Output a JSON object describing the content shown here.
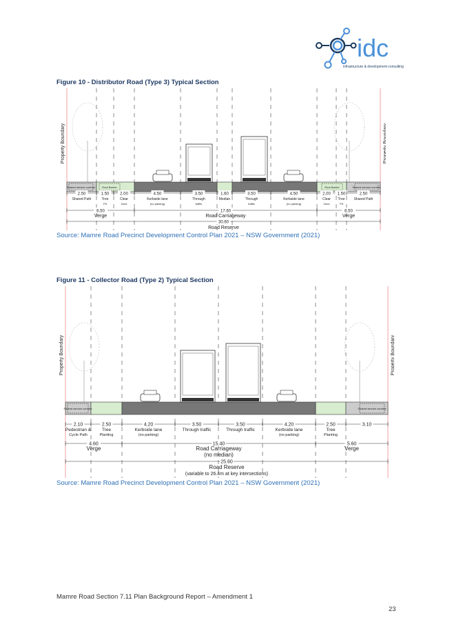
{
  "logo": {
    "name": "idc",
    "tagline": "infrastructure & development consulting",
    "colors": {
      "dark": "#1c3a5e",
      "light": "#4a90d9"
    }
  },
  "figure10": {
    "title": "Figure 10 - Distributor Road (Type 3) Typical Section",
    "property_boundary": "Property Boundary",
    "tags": {
      "shared_service": "Shared service corridor",
      "root_barrier": "Root Barrier"
    },
    "segments": [
      {
        "width": "2.50",
        "label": "Shared Path",
        "sub": ""
      },
      {
        "width": "1.50",
        "label": "Tree",
        "sub": "Pit"
      },
      {
        "width": "2.00",
        "label": "Clear",
        "sub": "Zone"
      },
      {
        "width": "4.50",
        "label": "Kerbside lane",
        "sub": "(no parking)"
      },
      {
        "width": "3.50",
        "label": "Through",
        "sub": "traffic"
      },
      {
        "width": "1.60",
        "label": "Median",
        "sub": ""
      },
      {
        "width": "3.50",
        "label": "Through",
        "sub": "traffic"
      },
      {
        "width": "4.50",
        "label": "Kerbside lane",
        "sub": "(no parking)"
      },
      {
        "width": "2.00",
        "label": "Clear",
        "sub": "Zone"
      },
      {
        "width": "1.50",
        "label": "Tree",
        "sub": "Pit"
      },
      {
        "width": "2.50",
        "label": "Shared Path",
        "sub": ""
      }
    ],
    "verge_left": {
      "width": "6.50",
      "label": "Verge"
    },
    "carriageway": {
      "width": "17.60",
      "label": "Road Carriageway"
    },
    "verge_right": {
      "width": "6.50",
      "label": "Verge"
    },
    "reserve": {
      "width": "30.60",
      "label": "Road Reserve"
    },
    "source": "Source: Mamre Road Precinct Development Control Plan 2021 – NSW Government (2021)"
  },
  "figure11": {
    "title": "Figure 11 - Collector Road (Type 2) Typical Section",
    "property_boundary": "Property Boundary",
    "tags": {
      "shared_service": "Shared service corridor"
    },
    "segments": [
      {
        "width": "2.10",
        "label": "Pedestrian &",
        "sub": "Cycle Path"
      },
      {
        "width": "2.50",
        "label": "Tree",
        "sub": "Planting"
      },
      {
        "width": "4.20",
        "label": "Kerbside lane",
        "sub": "(no parking)"
      },
      {
        "width": "3.50",
        "label": "Through traffic",
        "sub": ""
      },
      {
        "width": "3.50",
        "label": "Through traffic",
        "sub": ""
      },
      {
        "width": "4.20",
        "label": "Kerbside lane",
        "sub": "(no parking)"
      },
      {
        "width": "2.50",
        "label": "Tree",
        "sub": "Planting"
      },
      {
        "width": "3.10",
        "label": "",
        "sub": ""
      }
    ],
    "verge_left": {
      "width": "4.60",
      "label": "Verge"
    },
    "carriageway": {
      "width": "15.40",
      "label": "Road Carriageway",
      "sub": "(no median)"
    },
    "verge_right": {
      "width": "5.60",
      "label": "Verge"
    },
    "reserve": {
      "width": "25.60",
      "label": "Road Reserve",
      "sub": "(variable to 26.4m at key intersections)"
    },
    "source": "Source: Mamre Road Precinct Development Control Plan 2021 – NSW Government (2021)"
  },
  "footer": {
    "text": "Mamre Road Section 7.11 Plan Background Report – Amendment 1",
    "page_number": "23"
  }
}
